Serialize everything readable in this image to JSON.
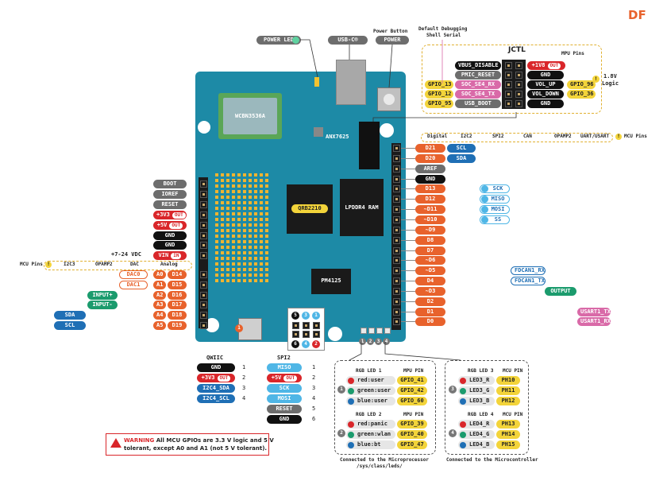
{
  "logo_text": "DF",
  "top": {
    "power_led": "POWER LED",
    "usb": "USB-C®",
    "power_button_title": "Power Button",
    "power": "POWER",
    "debug_title_1": "Default Debugging",
    "debug_title_2": "Shell Serial"
  },
  "jctl": {
    "title": "JCTL",
    "mpu_pins": "MPU Pins",
    "logic_note_1": "1.8V",
    "logic_note_2": "Logic",
    "left_pins": [
      "VBUS_DISABLE",
      "PMIC_RESET",
      "SOC_SE4_RX",
      "SOC_SE4_TX",
      "USB_BOOT"
    ],
    "left_gpio": [
      "",
      "",
      "GPIO_13",
      "GPIO_12",
      "GPIO_95"
    ],
    "right_pins": [
      "+1V8",
      "GND",
      "VOL_UP",
      "VOL_DOWN",
      "GND"
    ],
    "right_gpio": [
      "",
      "",
      "GPIO_96",
      "GPIO_36",
      ""
    ],
    "out": "OUT"
  },
  "chips": {
    "wifi": "WCBN3536A",
    "anx": "ANX7625",
    "soc": "QRB2210",
    "ram": "LPDDR4 RAM",
    "pmic": "PM4125"
  },
  "right_header": {
    "cols": [
      "Digital",
      "I2C2",
      "SPI2",
      "CAN",
      "OPAMP2",
      "UART/USART"
    ],
    "mcu_pins": "MCU Pins",
    "digital": [
      "D21",
      "D20",
      "AREF",
      "GND",
      "D13",
      "D12",
      "~D11",
      "~D10",
      "~D9",
      "D8",
      "D7",
      "~D6",
      "~D5",
      "D4",
      "~D3",
      "D2",
      "D1",
      "D0"
    ],
    "i2c": [
      "SCL",
      "SDA"
    ],
    "spi": [
      "SCK",
      "MISO",
      "MOSI",
      "SS"
    ],
    "can": [
      "FDCAN1_RX",
      "FDCAN1_TX"
    ],
    "opamp": "OUTPUT",
    "uart": [
      "USART1_TX",
      "USART1_RX"
    ]
  },
  "left_header": {
    "power": [
      "BOOT",
      "IOREF",
      "RESET",
      "+3V3",
      "+5V",
      "GND",
      "GND",
      "VIN"
    ],
    "out": "OUT",
    "in": "IN",
    "vin_note": "+7-24 VDC",
    "cols": [
      "I2C3",
      "OPAMP2",
      "DAC",
      "Analog"
    ],
    "mcu_pins": "MCU Pins",
    "analog": [
      "A0",
      "A1",
      "A2",
      "A3",
      "A4",
      "A5"
    ],
    "digital": [
      "D14",
      "D15",
      "D16",
      "D17",
      "D18",
      "D19"
    ],
    "dac": [
      "DAC0",
      "DAC1"
    ],
    "opamp": [
      "INPUT+",
      "INPUT-"
    ],
    "i2c": [
      "SDA",
      "SCL"
    ]
  },
  "qwiic": {
    "title": "QWIIC",
    "pins": [
      "GND",
      "+3V3",
      "I2C4_SDA",
      "I2C4_SCL"
    ],
    "nums": [
      "1",
      "2",
      "3",
      "4"
    ],
    "out": "OUT"
  },
  "spi2": {
    "title": "SPI2",
    "pins": [
      "MISO",
      "+5V",
      "SCK",
      "MOSI",
      "RESET",
      "GND"
    ],
    "nums": [
      "1",
      "2",
      "3",
      "4",
      "5",
      "6"
    ],
    "out": "OUT",
    "header_nums": [
      "5",
      "3",
      "1",
      "6",
      "4",
      "2"
    ]
  },
  "warning": {
    "word": "WARNING",
    "line1": " All MCU GPIOs are 3.3 V logic and 5 V",
    "line2": "tolerant, except A0 and A1 (not 5 V tolerant)."
  },
  "leds_mpu": {
    "h1a": "RGB LED 1",
    "h1b": "MPU PIN",
    "led1": [
      "red:user",
      "green:user",
      "blue:user"
    ],
    "led1_pins": [
      "GPIO_41",
      "GPIO_42",
      "GPIO_60"
    ],
    "h2a": "RGB LED 2",
    "h2b": "MPU PIN",
    "led2": [
      "red:panic",
      "green:wlan",
      "blue:bt"
    ],
    "led2_pins": [
      "GPIO_39",
      "GPIO_40",
      "GPIO_47"
    ],
    "caption1": "Connected to the Microprocessor",
    "caption2": "/sys/class/leds/"
  },
  "leds_mcu": {
    "h3a": "RGB LED 3",
    "h3b": "MCU PIN",
    "led3": [
      "LED3_R",
      "LED3_G",
      "LED3_B"
    ],
    "led3_pins": [
      "PH10",
      "PH11",
      "PH12"
    ],
    "h4a": "RGB LED 4",
    "h4b": "MCU PIN",
    "led4": [
      "LED4_R",
      "LED4_G",
      "LED4_B"
    ],
    "led4_pins": [
      "PH13",
      "PH14",
      "PH15"
    ],
    "caption": "Connected to the Microcontroller"
  },
  "led_nums": [
    "1",
    "2",
    "3",
    "4"
  ],
  "colors": {
    "board": "#1d8aa6",
    "orange": "#e8622c",
    "blue": "#1f6fb5",
    "lightblue": "#4fb6e6",
    "green": "#1b9b6d",
    "pink": "#d96aa8",
    "yellow": "#f3d43a",
    "red": "#d9262a",
    "gray": "#6d6d6d",
    "black": "#111111"
  }
}
